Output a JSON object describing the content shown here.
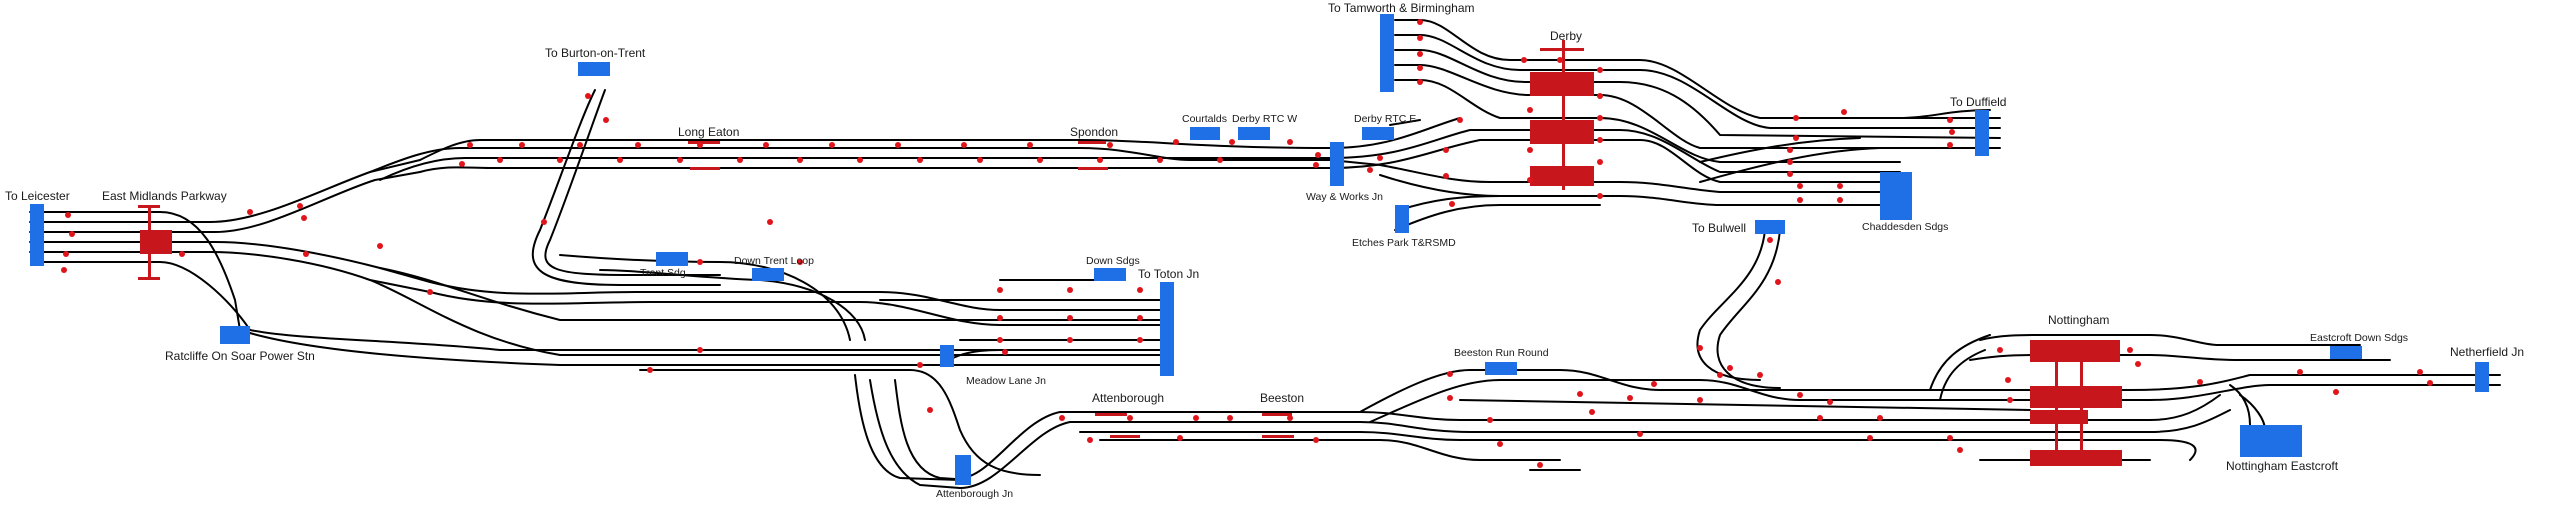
{
  "colors": {
    "track": "#000000",
    "signal": "#e0151c",
    "platform": "#c8161d",
    "fringe_box": "#1f6fe6",
    "background": "#ffffff"
  },
  "labels": {
    "to_leicester": "To Leicester",
    "east_midlands_parkway": "East Midlands Parkway",
    "ratcliffe": "Ratcliffe On Soar Power Stn",
    "to_burton": "To Burton-on-Trent",
    "long_eaton": "Long Eaton",
    "trent_sdg": "Trent Sdg",
    "down_trent_loop": "Down Trent Loop",
    "down_sdgs": "Down Sdgs",
    "to_toton": "To Toton Jn",
    "meadow_lane": "Meadow Lane Jn",
    "attenborough": "Attenborough",
    "attenborough_jn": "Attenborough Jn",
    "spondon": "Spondon",
    "courtalds": "Courtalds",
    "derby_rtc_w": "Derby RTC W",
    "derby_rtc_e": "Derby RTC E",
    "way_works": "Way & Works Jn",
    "etches_park": "Etches Park T&RSMD",
    "to_tamworth": "To Tamworth & Birmingham",
    "derby": "Derby",
    "to_duffield": "To Duffield",
    "chaddesden": "Chaddesden Sdgs",
    "to_bulwell": "To Bulwell",
    "beeston_run_round": "Beeston Run Round",
    "beeston": "Beeston",
    "nottingham": "Nottingham",
    "eastcroft_down": "Eastcroft Down Sdgs",
    "netherfield": "Netherfield Jn",
    "nottingham_eastcroft": "Nottingham Eastcroft"
  }
}
